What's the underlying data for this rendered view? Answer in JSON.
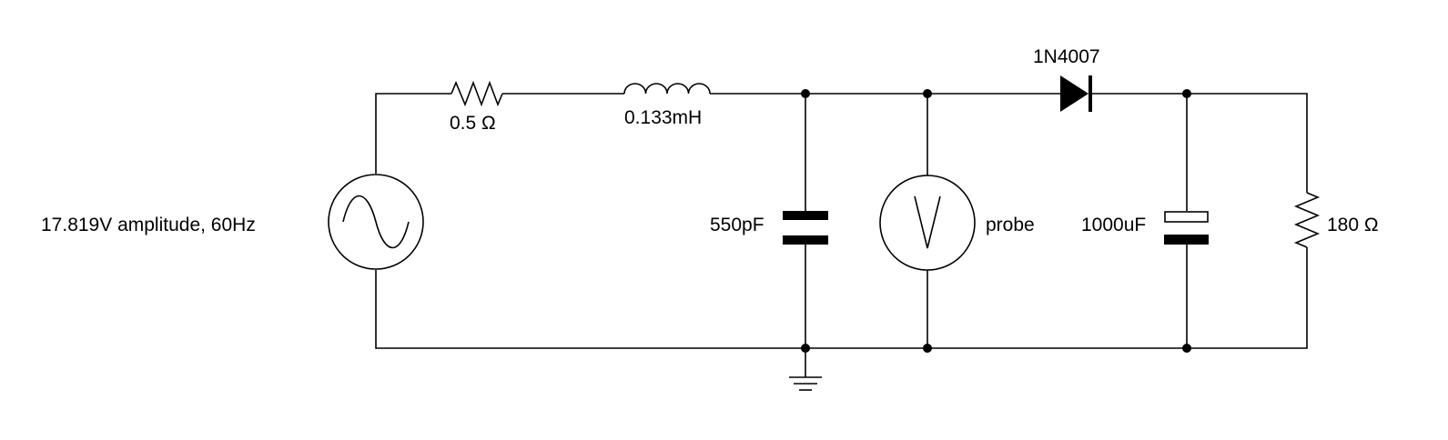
{
  "source": {
    "label": "17.819V amplitude, 60Hz"
  },
  "resistor_series": {
    "label": "0.5 Ω"
  },
  "inductor": {
    "label": "0.133mH"
  },
  "capacitor_small": {
    "label": "550pF"
  },
  "probe": {
    "label": "probe"
  },
  "diode": {
    "label": "1N4007"
  },
  "capacitor_filter": {
    "label": "1000uF"
  },
  "resistor_load": {
    "label": "180 Ω"
  },
  "colors": {
    "ink": "#000000",
    "background": "#ffffff"
  }
}
